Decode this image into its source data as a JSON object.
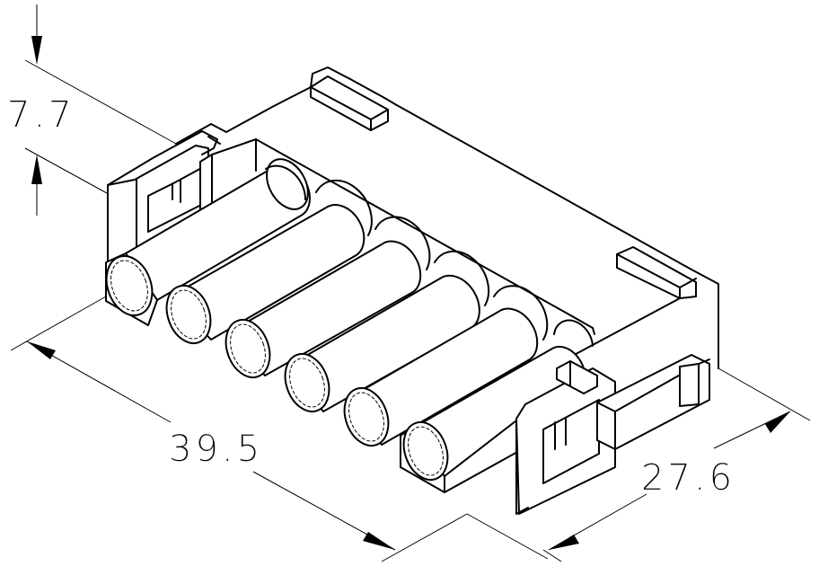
{
  "drawing": {
    "title": "Connector housing, 6 positions, isometric view",
    "positions": 6,
    "line_color": "#000000",
    "background": "#ffffff"
  },
  "dimensions": {
    "height": {
      "label": "7.7",
      "axis": "vertical"
    },
    "length": {
      "label": "39.5",
      "axis": "front edge (along cylinder row)"
    },
    "depth": {
      "label": "27.6",
      "axis": "right side (along cylinder axis)"
    }
  }
}
